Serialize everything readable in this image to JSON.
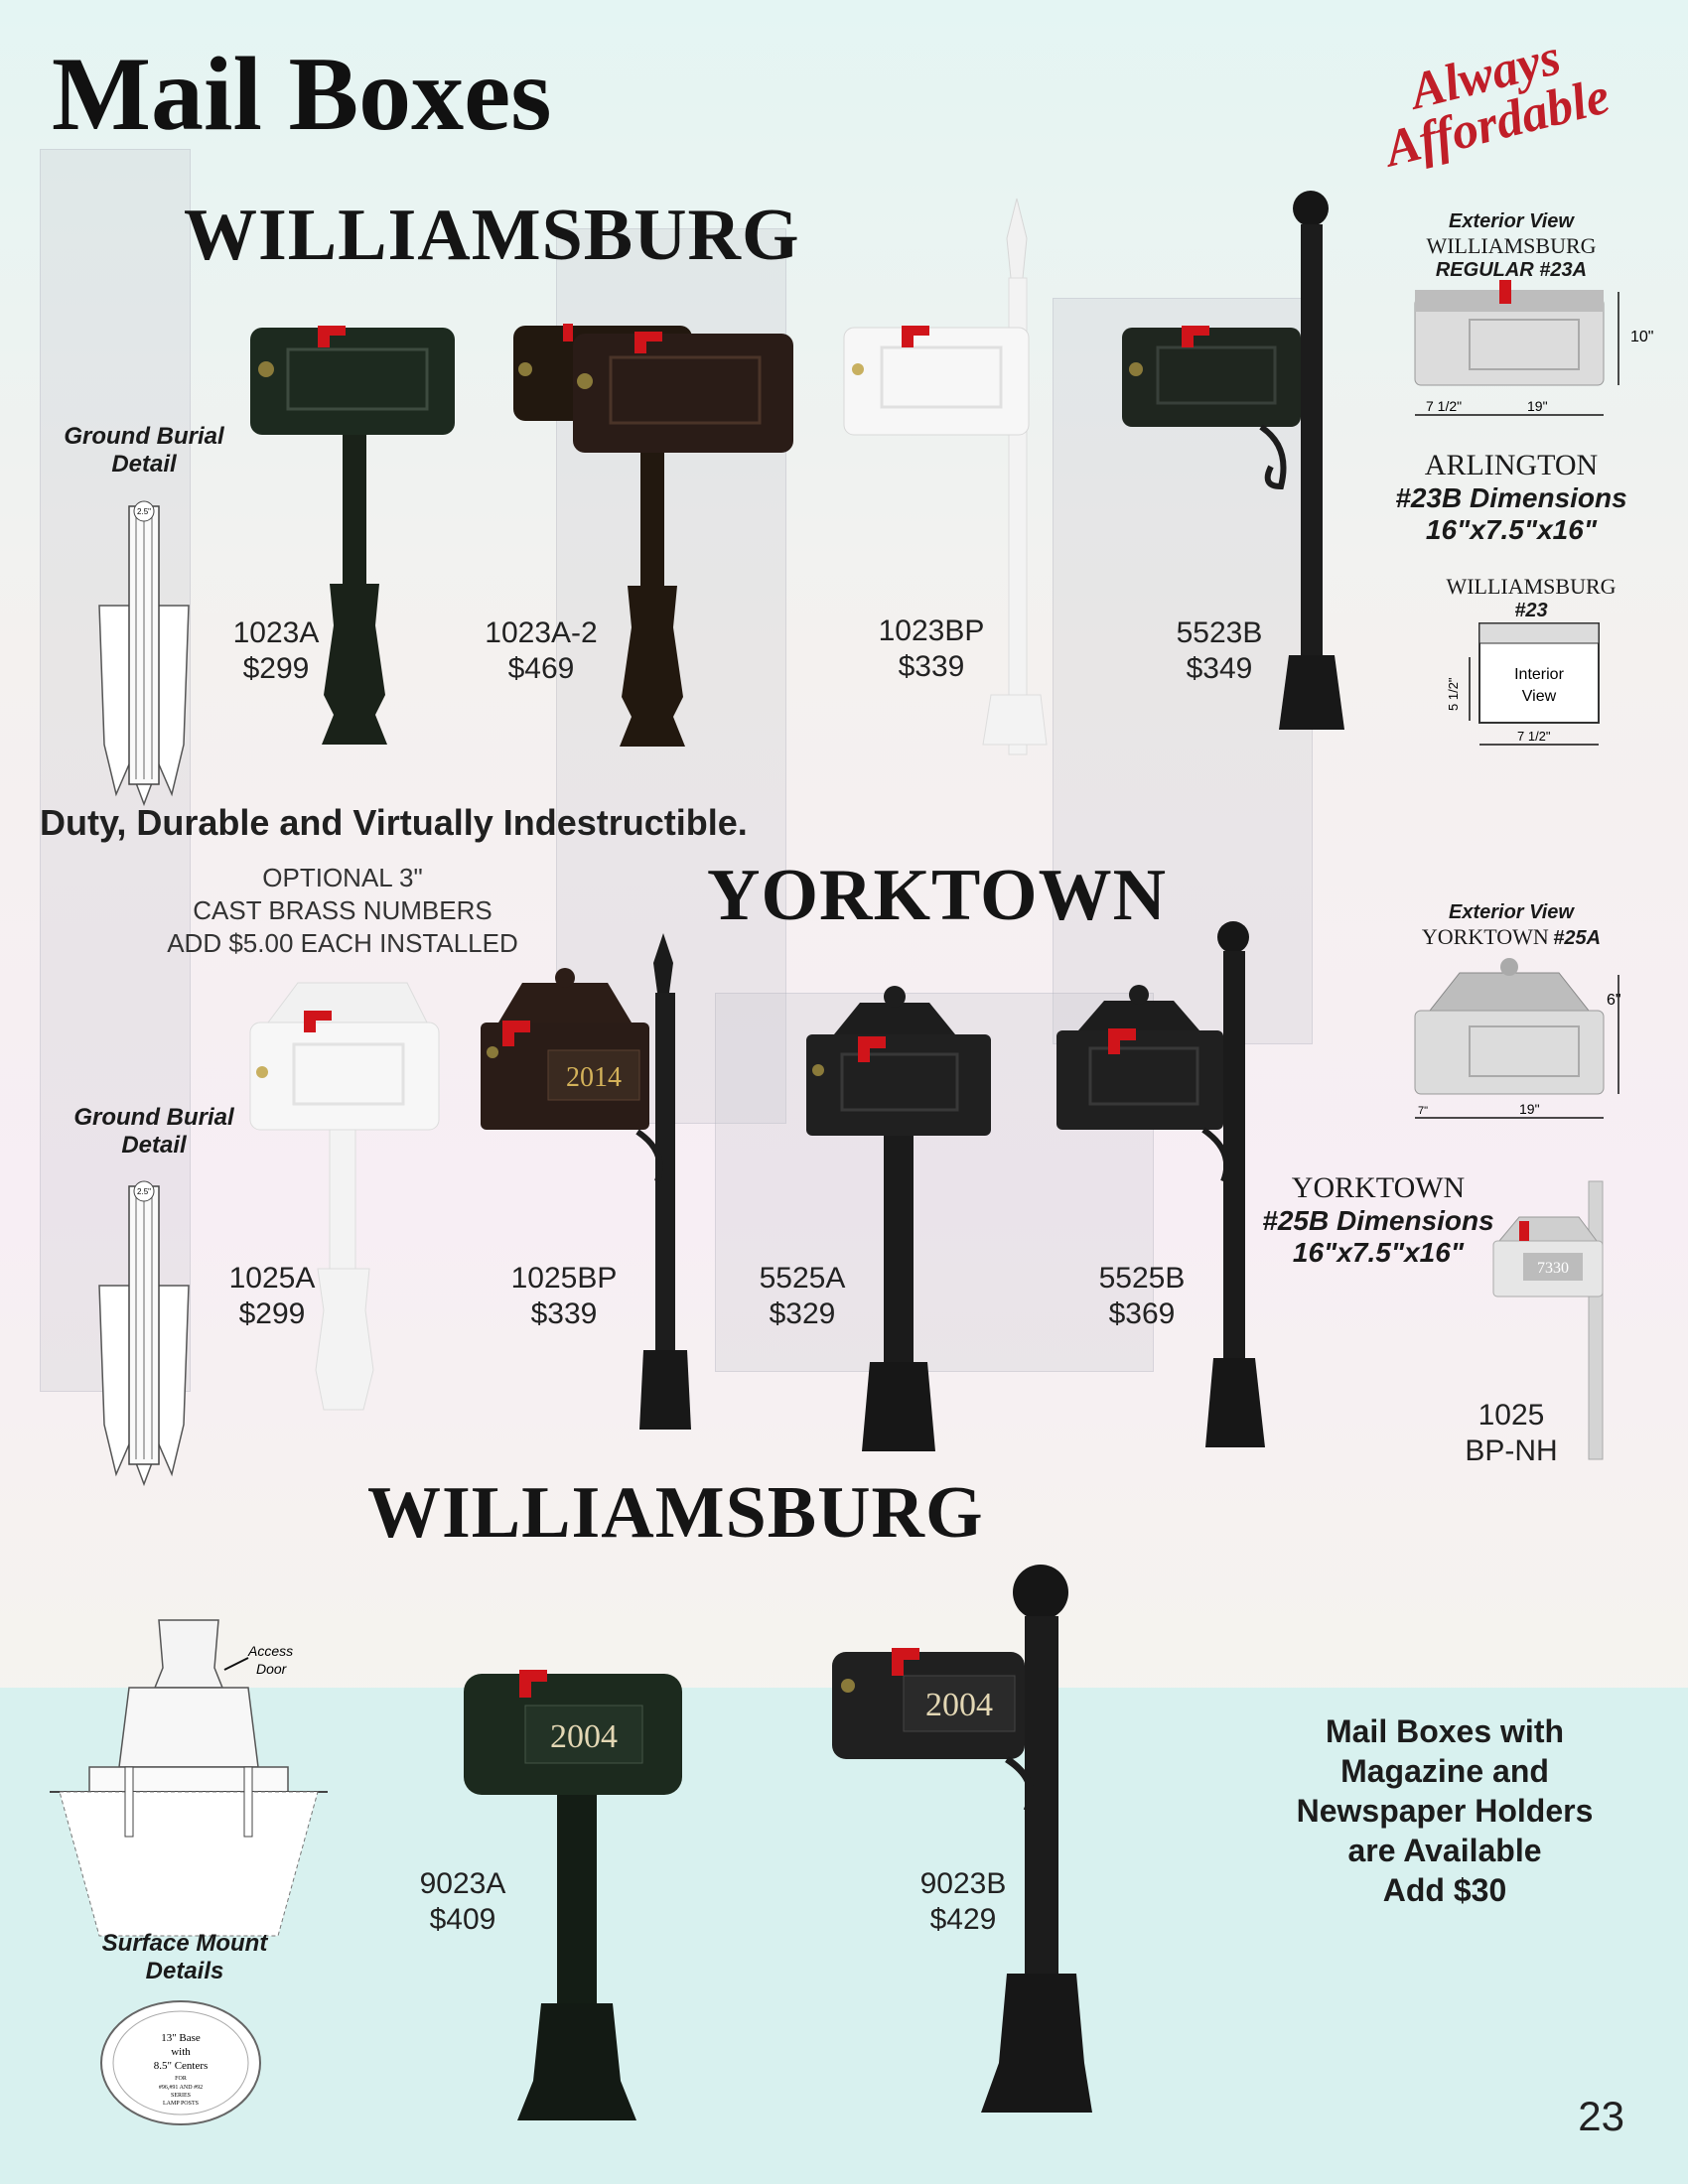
{
  "header": {
    "title": "Mail Boxes",
    "tagline_line1": "Always",
    "tagline_line2": "Affordable"
  },
  "sections": {
    "williamsburg_top": "WILLIAMSBURG",
    "yorktown": "YORKTOWN",
    "williamsburg_bottom": "WILLIAMSBURG"
  },
  "details": {
    "ground_burial_top": [
      "Ground Burial",
      "Detail"
    ],
    "ground_burial_mid": [
      "Ground Burial",
      "Detail"
    ],
    "surface_mount": [
      "Surface Mount",
      "Details"
    ],
    "access_door": [
      "Access",
      "Door"
    ],
    "base_note": [
      "13\" Base",
      "with",
      "8.5\" Centers",
      "FOR",
      "#96,#91 AND #92",
      "SERIES",
      "LAMP POSTS"
    ],
    "burial_depth": "2.5\""
  },
  "products_top": [
    {
      "model": "1023A",
      "price": "$299"
    },
    {
      "model": "1023A-2",
      "price": "$469"
    },
    {
      "model": "1023BP",
      "price": "$339"
    },
    {
      "model": "5523B",
      "price": "$349"
    }
  ],
  "products_mid": [
    {
      "model": "1025A",
      "price": "$299"
    },
    {
      "model": "1025BP",
      "price": "$339"
    },
    {
      "model": "5525A",
      "price": "$329"
    },
    {
      "model": "5525B",
      "price": "$369"
    }
  ],
  "product_side": {
    "model_line1": "1025",
    "model_line2": "BP-NH"
  },
  "products_bottom": [
    {
      "model": "9023A",
      "price": "$409"
    },
    {
      "model": "9023B",
      "price": "$429"
    }
  ],
  "house_numbers": {
    "yorktown": "2014",
    "bottom_a": "2004",
    "bottom_b": "2004",
    "side": "7330"
  },
  "dims": {
    "ext_w": {
      "l1": "Exterior View",
      "l2": "WILLIAMSBURG",
      "l3": "REGULAR #23A"
    },
    "ext_w_height": "10\"",
    "ext_w_depth": "7 1/2\"",
    "ext_w_width": "19\"",
    "arlington": {
      "l1": "ARLINGTON",
      "l2": "#23B Dimensions",
      "l3": "16\"x7.5\"x16\""
    },
    "int_w": {
      "l1": "WILLIAMSBURG",
      "l2": "#23"
    },
    "interior_label": [
      "Interior",
      "View"
    ],
    "int_height": "5 1/2\"",
    "int_width": "7 1/2\"",
    "ext_y": {
      "l1": "Exterior View",
      "l2": "YORKTOWN",
      "l3": "#25A"
    },
    "ext_y_height": "6\"",
    "ext_y_depth": "7\"",
    "ext_y_width": "19\"",
    "yorktown_b": {
      "l1": "YORKTOWN",
      "l2": "#25B Dimensions",
      "l3": "16\"x7.5\"x16\""
    }
  },
  "slogan": "Duty, Durable and Virtually Indestructible.",
  "optional": [
    "OPTIONAL 3\"",
    "CAST BRASS NUMBERS",
    "ADD $5.00 EACH INSTALLED"
  ],
  "availability": [
    "Mail Boxes with",
    "Magazine and",
    "Newspaper Holders",
    "are Available",
    "Add $30"
  ],
  "page_number": "23",
  "colors": {
    "flag": "#d0141a",
    "black": "#1e1e1e",
    "green_black": "#1d2a1f",
    "bronze": "#2a1c17",
    "white": "#f7f7f7",
    "accent_red": "#c01e28",
    "band": "#d8f1ef"
  }
}
